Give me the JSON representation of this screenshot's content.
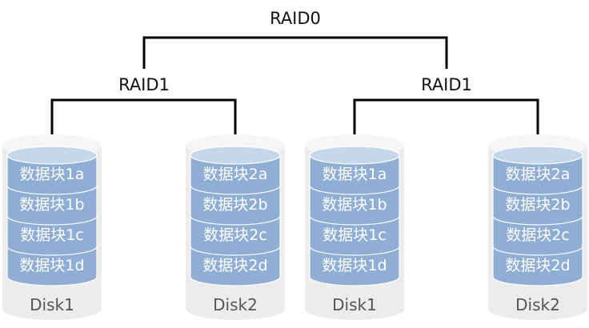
{
  "tree": {
    "root_label": "RAID0",
    "groups": [
      {
        "label": "RAID1",
        "disks": [
          {
            "label": "Disk1",
            "blocks": [
              "数据块1a",
              "数据块1b",
              "数据块1c",
              "数据块1d"
            ]
          },
          {
            "label": "Disk2",
            "blocks": [
              "数据块2a",
              "数据块2b",
              "数据块2c",
              "数据块2d"
            ]
          }
        ]
      },
      {
        "label": "RAID1",
        "disks": [
          {
            "label": "Disk1",
            "blocks": [
              "数据块1a",
              "数据块1b",
              "数据块1c",
              "数据块1d"
            ]
          },
          {
            "label": "Disk2",
            "blocks": [
              "数据块2a",
              "数据块2b",
              "数据块2c",
              "数据块2d"
            ]
          }
        ]
      }
    ]
  },
  "colors": {
    "connector": "#000000",
    "block_fill": "#8eaed3",
    "block_top": "#c5d7eb",
    "block_edge": "#ffffff",
    "disk_shell": "#ececec",
    "disk_shell_top": "#f6f6f6",
    "disk_label": "#555555"
  }
}
